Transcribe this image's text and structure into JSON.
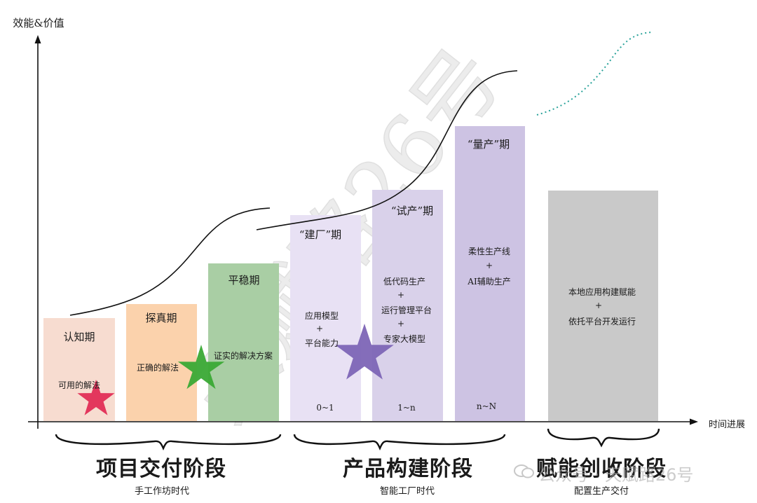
{
  "axes": {
    "y_label": "效能&价值",
    "x_label": "时间进展"
  },
  "colors": {
    "awareness": "#f7dcd0",
    "exploration": "#fbd2ac",
    "stable": "#a9cea4",
    "build": "#e8e1f4",
    "trial": "#d9d1ea",
    "mass": "#cdc3e3",
    "empower": "#c9c9c9",
    "star_red": "#e22d56",
    "star_green": "#3aa935",
    "star_purple": "#7d65b6",
    "dotted": "#2aa39a",
    "watermark": "#e6e6e6"
  },
  "phases": {
    "awareness": {
      "title": "认知期",
      "body": "可用的解法"
    },
    "exploration": {
      "title": "探真期",
      "body": "正确的解法"
    },
    "stable": {
      "title": "平稳期",
      "body": "证实的解决方案"
    },
    "build": {
      "title": "“建厂”期",
      "line1": "应用模型",
      "plus": "+",
      "line2": "平台能力",
      "footer": "0~1"
    },
    "trial": {
      "title": "“试产”期",
      "line1": "低代码生产",
      "plus1": "+",
      "line2": "运行管理平台",
      "plus2": "+",
      "line3": "专家大模型",
      "footer": "1~n"
    },
    "mass": {
      "title": "“量产”期",
      "line1": "柔性生产线",
      "plus": "+",
      "line2": "AI辅助生产",
      "footer": "n~N"
    },
    "empower": {
      "line1": "本地应用构建赋能",
      "plus": "+",
      "line2": "依托平台开发运行"
    }
  },
  "stages": [
    {
      "title": "项目交付阶段",
      "era": "手工作坊时代"
    },
    {
      "title": "产品构建阶段",
      "era": "智能工厂时代"
    },
    {
      "title": "赋能创收阶段",
      "era": "配置生产交付"
    }
  ],
  "watermark": {
    "diagonal": "天赋路26号",
    "account": "公众号 · 天赋路26号"
  }
}
